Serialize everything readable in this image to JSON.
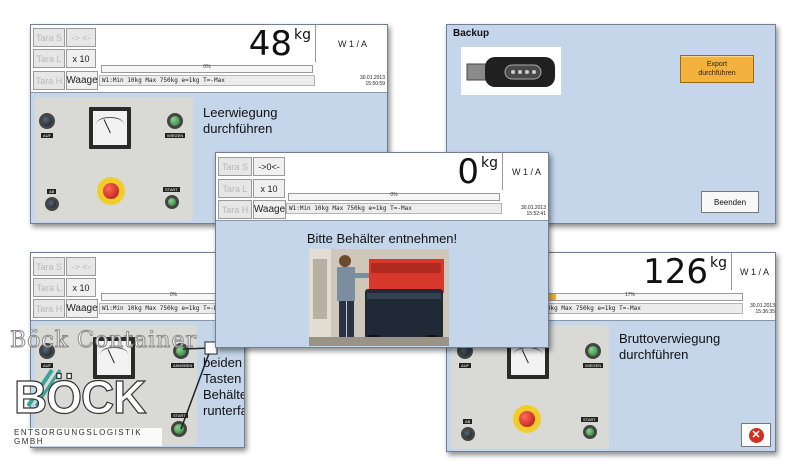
{
  "buttons": {
    "tara_s": "Tara S",
    "zero_small": "->  <-",
    "zero_active": "->0<-",
    "tara_l": "Tara L",
    "x10": "x 10",
    "tara_h": "Tara H",
    "waage": "Waage"
  },
  "scale": {
    "range": "W 1 / A",
    "spec": "W1:Min 10kg Max 750kg e=1kg T=-Max",
    "unit": "kg"
  },
  "screen_top_left": {
    "weight": "48",
    "progress_label": "0%",
    "progress": 0.0,
    "date": "30.01.2013",
    "time": "15:50:59",
    "caption_line1": "Leerwiegung",
    "caption_line2": "durchführen"
  },
  "screen_backup": {
    "title": "Backup",
    "export_line1": "Export",
    "export_line2": "durchführen",
    "end_label": "Beenden"
  },
  "screen_center": {
    "weight": "0",
    "progress_label": "0%",
    "progress": 0.0,
    "date": "30.01.2013",
    "time": "15:52:41",
    "message": "Bitte Behälter entnehmen!"
  },
  "screen_bottom_left": {
    "progress_label": "0%",
    "progress": 0.0,
    "caption_line1": "beiden Tasten",
    "caption_line2": "Behälter",
    "caption_line3": "runterfahren"
  },
  "screen_bottom_right": {
    "weight": "126",
    "progress_label": "17%",
    "progress": 0.17,
    "date": "30.01.2013",
    "time": "15:36:35",
    "caption_line1": "Bruttoverwiegung",
    "caption_line2": "durchführen"
  },
  "branding": {
    "watermark": "Böck Container",
    "logo_text": "BÖCK",
    "logo_subtitle": "ENTSORGUNGSLOGISTIK GMBH"
  },
  "colors": {
    "panel_bg": "#c5d5ea",
    "progress_fill": "#f0b432",
    "export_button": "#f3b23e",
    "close_red": "#d03020"
  }
}
